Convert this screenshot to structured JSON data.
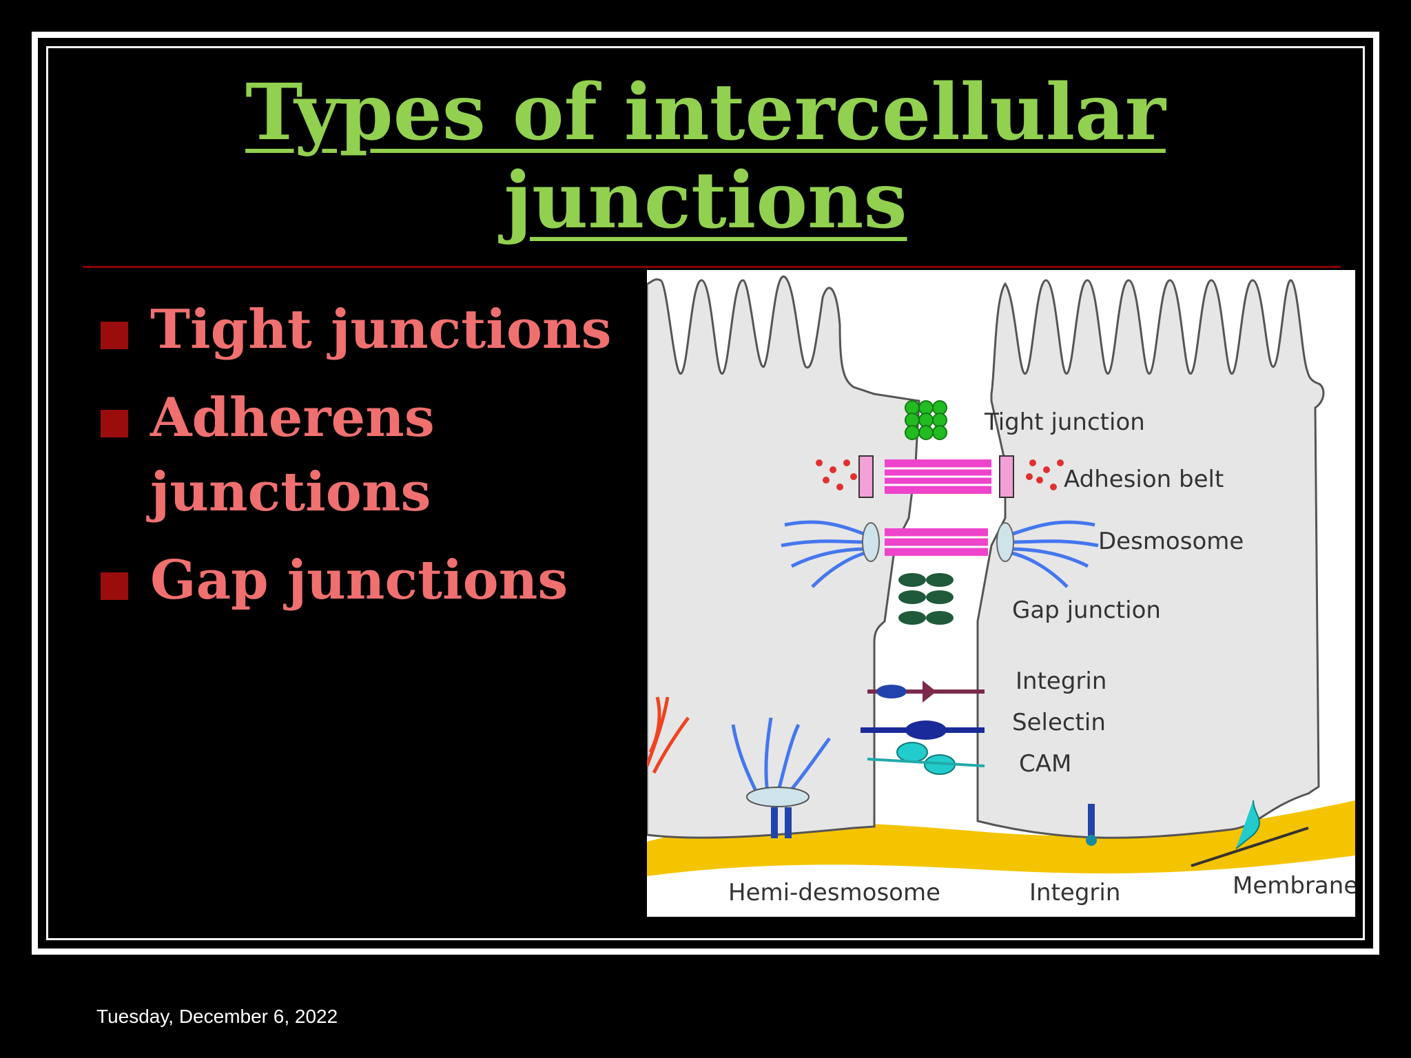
{
  "slide": {
    "title_line1": "Types of intercellular",
    "title_line2": "junctions",
    "bullets": [
      "Tight junctions",
      "Adherens junctions",
      "Gap junctions"
    ],
    "footer_date": "Tuesday, December 6, 2022"
  },
  "diagram": {
    "labels": {
      "tight_junction": "Tight junction",
      "adhesion_belt": "Adhesion belt",
      "desmosome": "Desmosome",
      "gap_junction": "Gap junction",
      "integrin_upper": "Integrin",
      "selectin": "Selectin",
      "cam": "CAM",
      "hemi_desmosome": "Hemi-desmosome",
      "integrin_lower": "Integrin",
      "membrane": "Membrane"
    },
    "colors": {
      "cell_fill": "#e6e6e6",
      "membrane": "#f5c400",
      "tight_junction": "#22bb22",
      "adhesion": "#ee44cc",
      "desmosome_fibers": "#4477ee",
      "gap_junction": "#1f5a3a",
      "red_dots": "#e03030"
    }
  }
}
